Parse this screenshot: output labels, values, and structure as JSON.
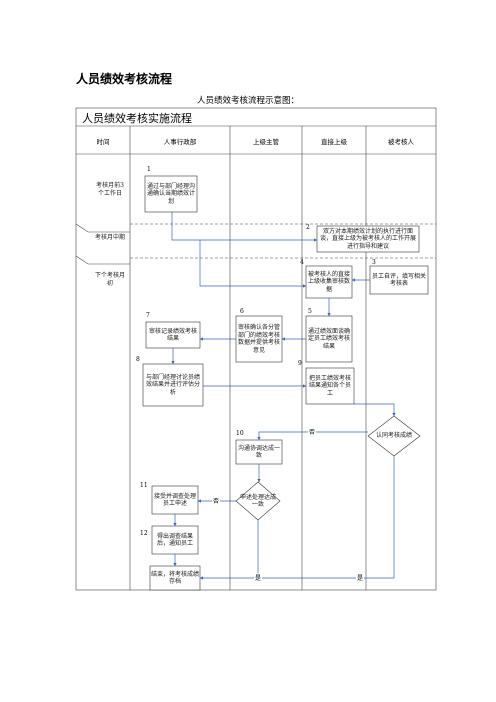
{
  "heading": "人员绩效考核流程",
  "subtitle": "人员绩效考核流程示意图：",
  "chart_title": "人员绩效考核实施流程",
  "columns": [
    "时间",
    "人事行政部",
    "上级主管",
    "直接上级",
    "被考核人"
  ],
  "phases": [
    "考核月前3个工作日",
    "考核月中期",
    "下个考核月初"
  ],
  "steps": [
    {
      "num": "1",
      "text": "通过与部门经理沟通确认当期绩效计划"
    },
    {
      "num": "2",
      "text": "双方对本期绩效计划的执行进行面谈，直接上级为被考核人的工作开展进行指导和建议"
    },
    {
      "num": "3",
      "text": "员工自评，填写相关考核表"
    },
    {
      "num": "4",
      "text": "被考核人的直接上级收集审核数据"
    },
    {
      "num": "5",
      "text": "通过绩效面谈确定员工绩效考核结果"
    },
    {
      "num": "6",
      "text": "审核确认各分管部门的绩效考核数据并提供考核意见"
    },
    {
      "num": "7",
      "text": "审核记录绩效考核结果"
    },
    {
      "num": "8",
      "text": "与部门经理讨论员绩效结果并进行评估分析"
    },
    {
      "num": "9",
      "text": "把员工绩效考核结果通知各个员工"
    },
    {
      "num": "",
      "text": "认同考核成绩"
    },
    {
      "num": "10",
      "text": "沟通协调达成一致"
    },
    {
      "num": "",
      "text": "申述处理达成一致"
    },
    {
      "num": "11",
      "text": "接受并调查处理员工申述"
    },
    {
      "num": "12",
      "text": "得出调查结果后，通知员工"
    },
    {
      "num": "",
      "text": "结束，将考核成绩存档"
    }
  ],
  "edge_labels": {
    "no": "否",
    "yes": "是"
  }
}
